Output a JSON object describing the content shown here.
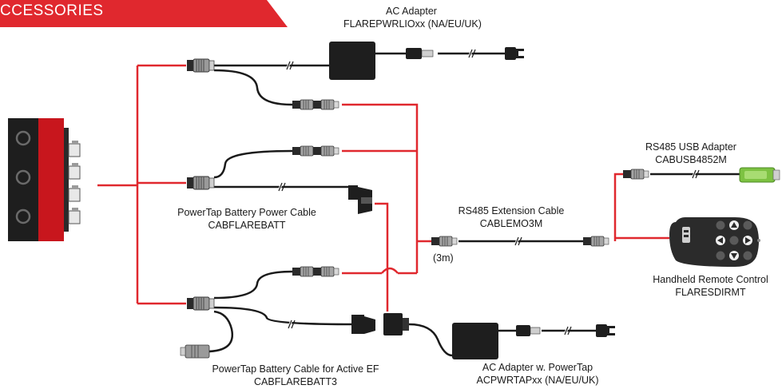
{
  "banner": {
    "text": "CCESSORIES"
  },
  "colors": {
    "accent": "#e0282e",
    "device_body": "#1e1e1e",
    "device_panel": "#c8161d",
    "cable": "#1a1a1a",
    "remote_body": "#2b2b2b",
    "usb_green": "#7dc242"
  },
  "labels": {
    "ac_adapter": {
      "name": "AC Adapter",
      "code": "FLAREPWRLIOxx (NA/EU/UK)"
    },
    "rs485_usb": {
      "name": "RS485 USB Adapter",
      "code": "CABUSB4852M"
    },
    "powertap_battery": {
      "name": "PowerTap Battery Power Cable",
      "code": "CABFLAREBATT"
    },
    "rs485_extension": {
      "name": "RS485 Extension Cable",
      "code": "CABLEMO3M",
      "length": "(3m)"
    },
    "remote": {
      "name": "Handheld Remote Control",
      "code": "FLARESDIRMT"
    },
    "powertap_active_ef": {
      "name": "PowerTap Battery Cable for Active EF",
      "code": "CABFLAREBATT3"
    },
    "ac_powertap": {
      "name": "AC Adapter w. PowerTap",
      "code": "ACPWRTAPxx (NA/EU/UK)"
    }
  },
  "icons": {
    "camera": "camera-device-icon",
    "remote": "remote-control-icon",
    "usb": "usb-adapter-icon"
  }
}
